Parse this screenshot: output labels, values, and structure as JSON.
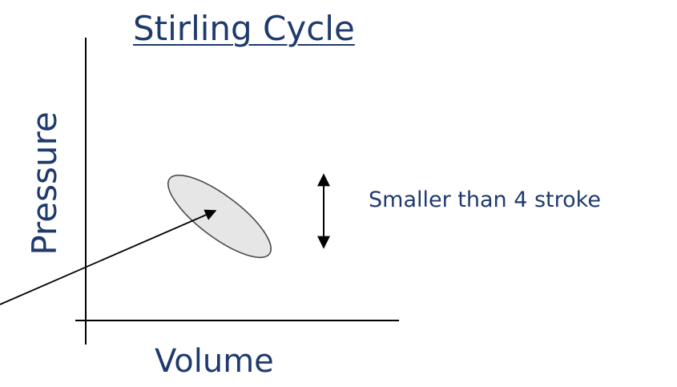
{
  "diagram": {
    "title": "Stirling Cycle",
    "y_axis_label": "Pressure",
    "x_axis_label": "Volume",
    "annotation": "Smaller than 4 stroke"
  },
  "colors": {
    "text": "#1f3a6d",
    "lines": "#000000",
    "loop_fill": "#e6e6e6",
    "loop_stroke": "#4a4a4a"
  }
}
